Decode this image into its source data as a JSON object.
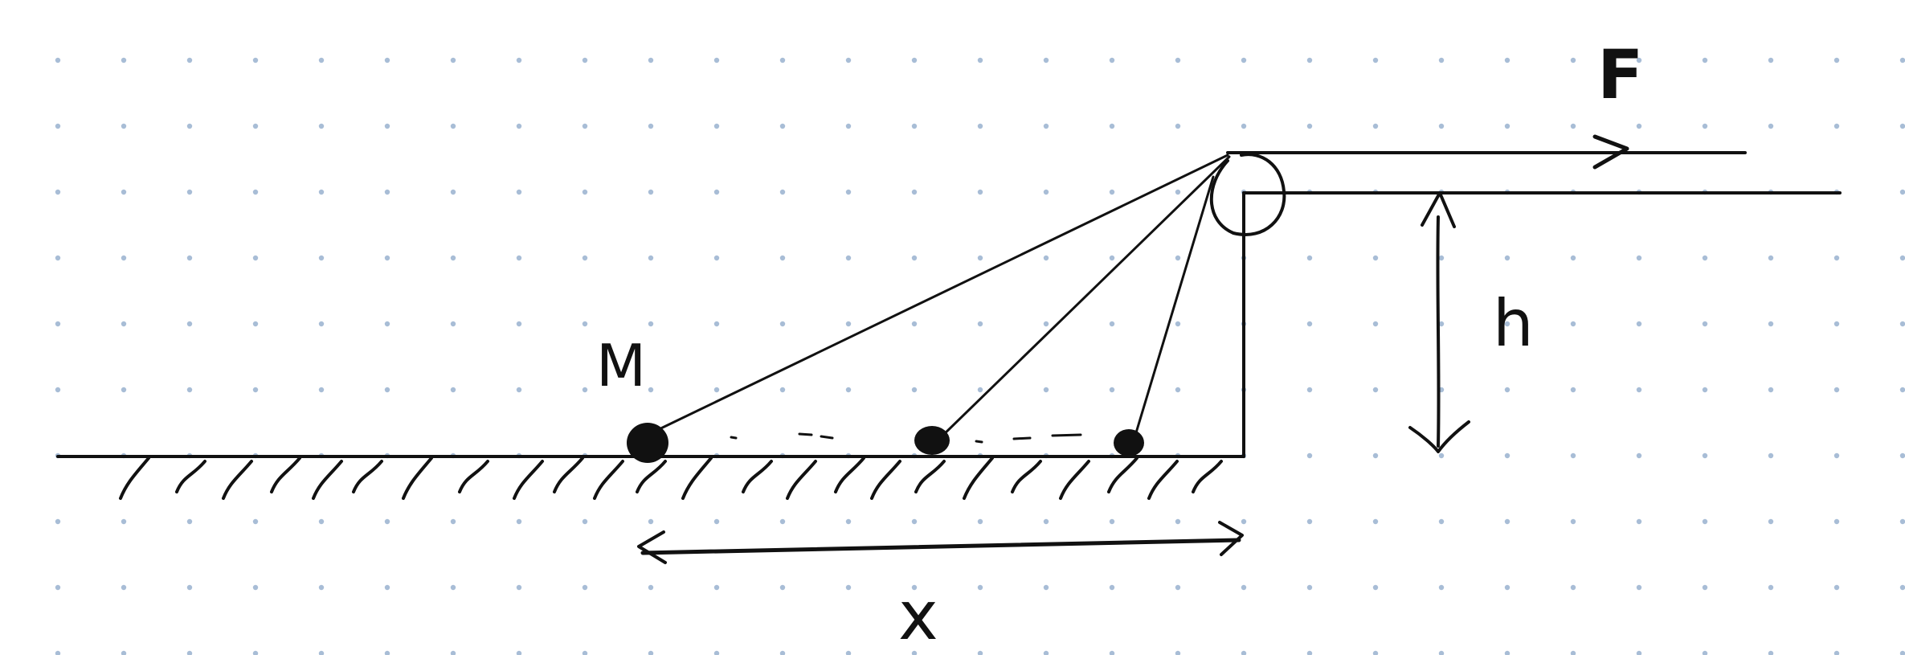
{
  "labels": {
    "mass": "M",
    "force": "F",
    "height": "h",
    "distance": "x"
  },
  "colors": {
    "ink": "#111111",
    "grid_dot": "#a8bdd6",
    "background": "#ffffff"
  }
}
